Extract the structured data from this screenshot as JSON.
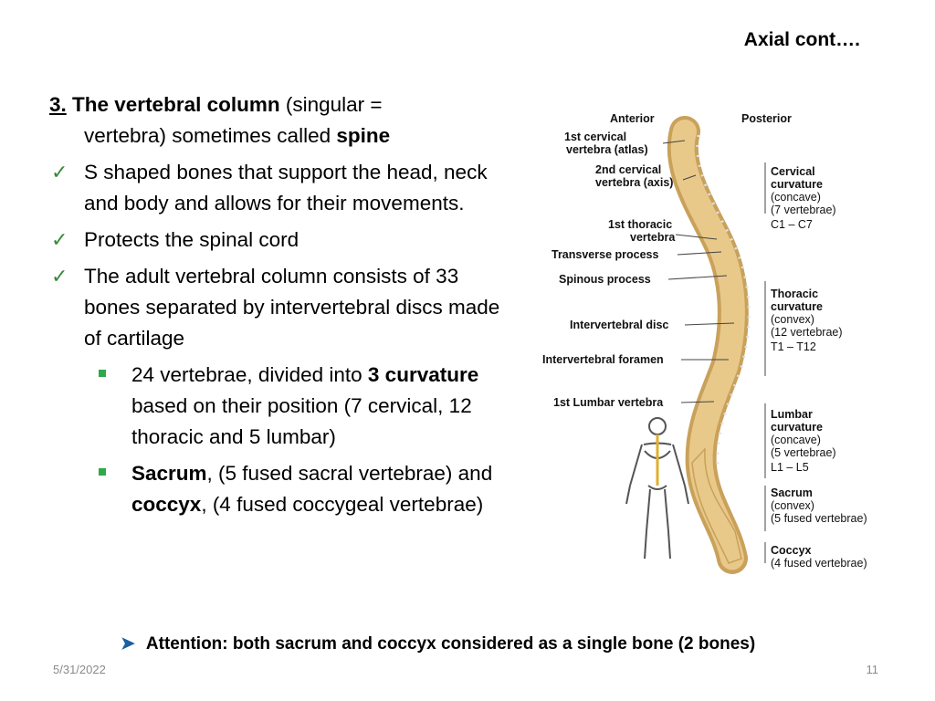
{
  "slide": {
    "title": "Axial cont….",
    "number": "3.",
    "heading_bold": "The vertebral column",
    "heading_rest": " (singular =",
    "heading_line2_pre": "vertebra) sometimes called ",
    "heading_line2_bold": "spine",
    "bullets": [
      "S shaped bones that support the head, neck and body and allows for their movements.",
      "Protects the spinal cord",
      "The adult vertebral column consists of 33 bones separated by intervertebral discs made of cartilage"
    ],
    "sub1_pre": "24 vertebrae, divided into ",
    "sub1_bold": "3 curvature",
    "sub1_post": " based on their position (7 cervical, 12 thoracic and 5 lumbar)",
    "sub2_bold1": "Sacrum",
    "sub2_mid": ", (5 fused sacral vertebrae) and ",
    "sub2_bold2": "coccyx",
    "sub2_post": ", (4 fused coccygeal vertebrae)",
    "attention": "Attention: both sacrum and coccyx considered as a single bone (2 bones)",
    "date": "5/31/2022",
    "page": "11"
  },
  "figure": {
    "anterior": "Anterior",
    "posterior": "Posterior",
    "left_labels": {
      "atlas1": "1st cervical",
      "atlas2": "vertebra (atlas)",
      "axis1": "2nd cervical",
      "axis2": "vertebra (axis)",
      "thor1": "1st thoracic",
      "thor2": "vertebra",
      "transverse": "Transverse process",
      "spinous": "Spinous process",
      "disc": "Intervertebral disc",
      "foramen": "Intervertebral foramen",
      "lumbar1": "1st Lumbar vertebra"
    },
    "right_labels": {
      "cerv1": "Cervical",
      "cerv2": "curvature",
      "cerv3": "(concave)",
      "cerv4": "(7 vertebrae)",
      "cerv5": "C1 – C7",
      "thor1": "Thoracic",
      "thor2": "curvature",
      "thor3": "(convex)",
      "thor4": "(12 vertebrae)",
      "thor5": "T1 – T12",
      "lum1": "Lumbar",
      "lum2": "curvature",
      "lum3": "(concave)",
      "lum4": "(5 vertebrae)",
      "lum5": "L1 – L5",
      "sac1": "Sacrum",
      "sac2": "(convex)",
      "sac3": "(5 fused vertebrae)",
      "coc1": "Coccyx",
      "coc2": "(4 fused vertebrae)"
    },
    "colors": {
      "bone": "#e8c98a",
      "bone_dark": "#c9a15a",
      "disc": "#d8e4ef"
    }
  }
}
